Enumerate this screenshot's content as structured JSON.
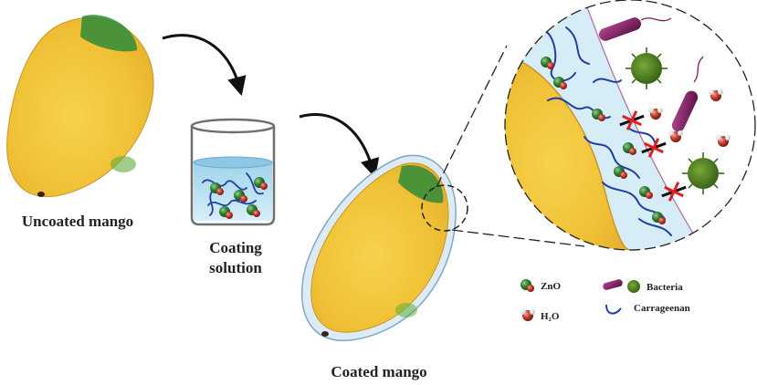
{
  "labels": {
    "uncoated": "Uncoated mango",
    "coating_line1": "Coating",
    "coating_line2": "solution",
    "coated": "Coated mango"
  },
  "legend": {
    "zno": "ZnO",
    "h2o": "H₂O",
    "bacteria": "Bacteria",
    "carrageenan": "Carrageenan"
  },
  "colors": {
    "mango_yellow": "#f2c83a",
    "mango_green": "#2e8b3a",
    "zno_green": "#2f7d32",
    "h2o_red": "#c0392b",
    "bacteria_purple": "#7a1f5c",
    "virus_green": "#4f7d1d",
    "carrageenan_blue": "#1f3fa8",
    "coating_blue": "#cfe7f4",
    "block_red": "#e02020"
  }
}
